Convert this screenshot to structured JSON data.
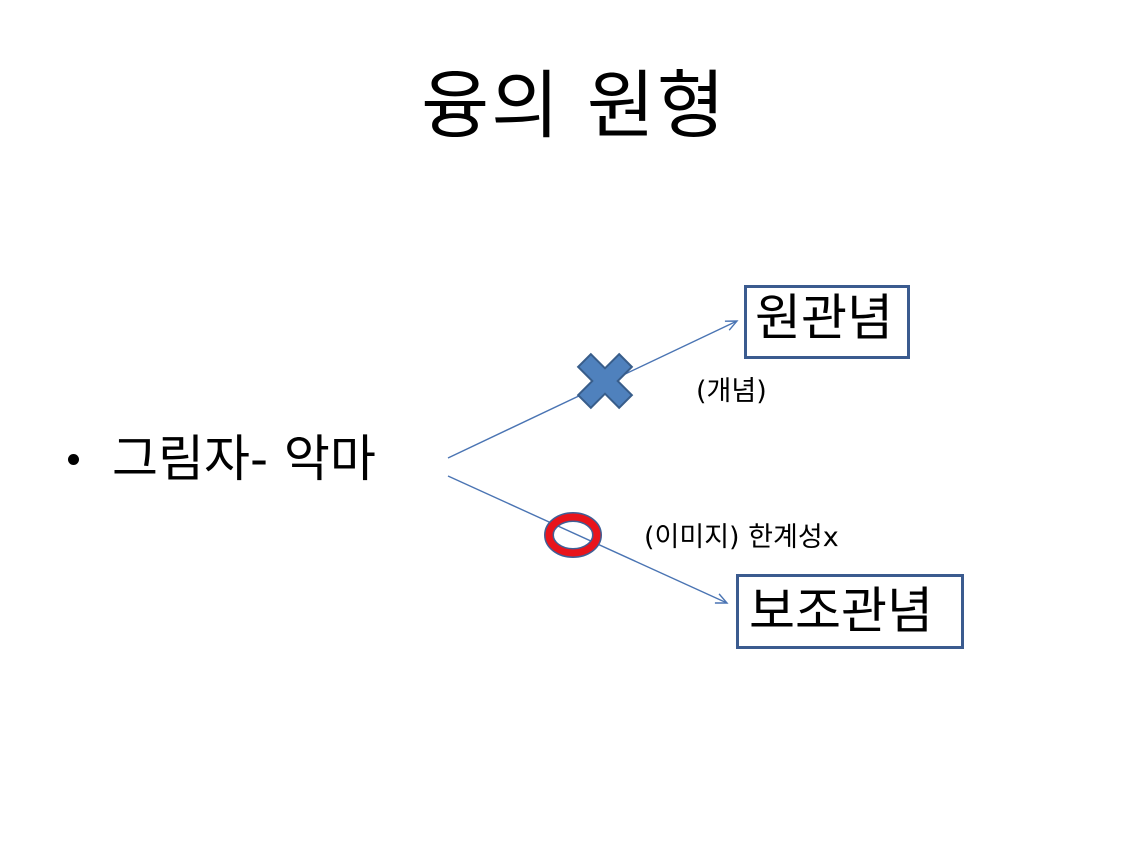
{
  "slide": {
    "title": "융의 원형",
    "bullet_text": "그림자- 악마"
  },
  "diagram": {
    "upper_target": {
      "label": "원관념",
      "note": "(개념)",
      "mark": "x-mark-icon"
    },
    "lower_target": {
      "label": "보조관념",
      "note": "(이미지) 한계성x",
      "mark": "o-mark-icon"
    },
    "colors": {
      "line": "#4a74b3",
      "box_border": "#3b5b8f",
      "x_mark_fill": "#4f81bd",
      "x_mark_stroke": "#385d8a",
      "o_mark_ring": "#e8141b",
      "o_mark_outline": "#3f5f96"
    }
  }
}
